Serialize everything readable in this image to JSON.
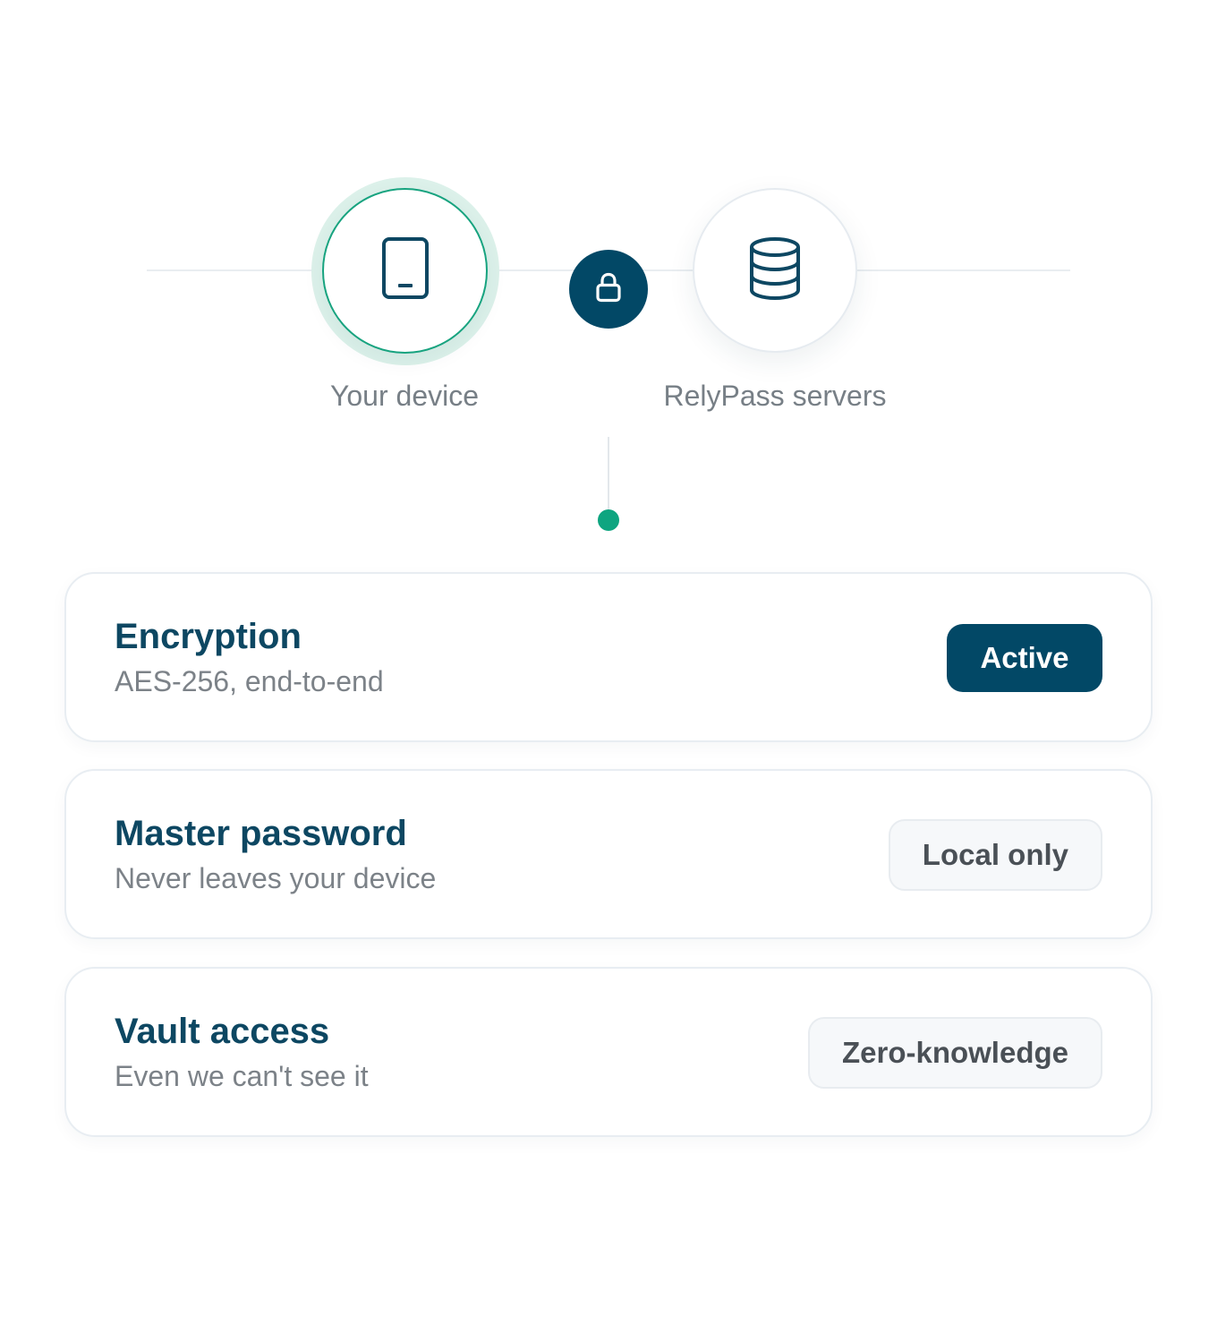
{
  "flow": {
    "device_label": "Your device",
    "server_label": "RelyPass servers",
    "icons": {
      "device": "tablet-icon",
      "server": "database-icon",
      "connector": "lock-icon"
    }
  },
  "cards": [
    {
      "title": "Encryption",
      "subtitle": "AES-256, end-to-end",
      "status": "Active"
    },
    {
      "title": "Master password",
      "subtitle": "Never leaves your device",
      "status": "Local only"
    },
    {
      "title": "Vault access",
      "subtitle": "Even we can't see it",
      "status": "Zero-knowledge"
    }
  ],
  "colors": {
    "brand": "#024866",
    "accent": "#17a37f",
    "title": "#0d4762",
    "muted": "#7c8288"
  }
}
